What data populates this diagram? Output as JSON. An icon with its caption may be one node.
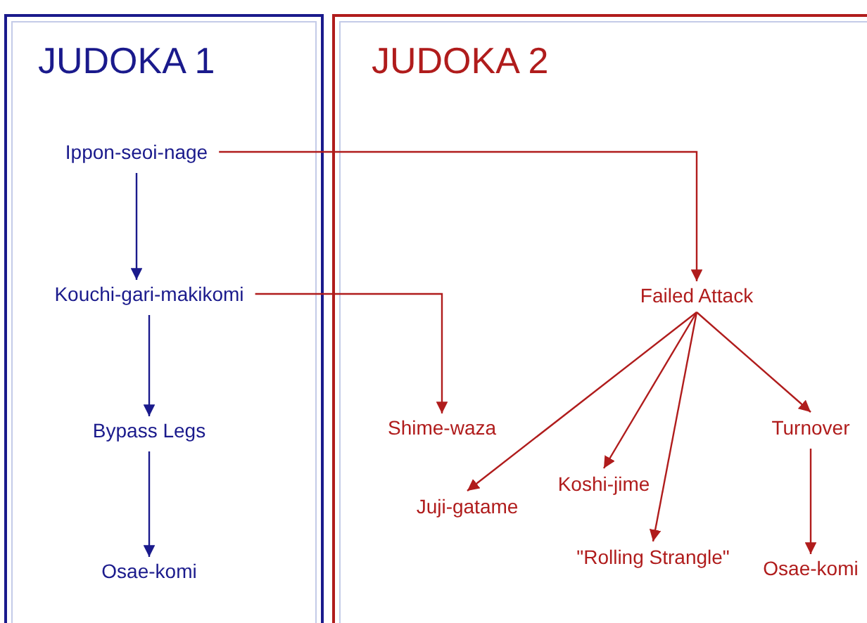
{
  "diagram": {
    "nodes": [
      {
        "text": [
          "JUDOKA 1"
        ]
      },
      {
        "text": [
          "Ippon-seoi-nage"
        ],
        "in": 0
      },
      {
        "text": [
          "Kouchi-gari-makikomi"
        ],
        "in": 0
      },
      {
        "text": [
          "Bypass Legs"
        ],
        "in": 0
      },
      {
        "text": [
          "Osae-komi"
        ],
        "in": 0
      },
      {
        "text": [
          "JUDOKA 2"
        ]
      },
      {
        "text": [
          "Failed Attack"
        ],
        "in": 5
      },
      {
        "text": [
          "Shime-waza"
        ],
        "in": 5
      },
      {
        "text": [
          "Juji-gatame"
        ],
        "in": 5
      },
      {
        "text": [
          "Koshi-jime"
        ],
        "in": 5
      },
      {
        "text": [
          "\"Rolling Strangle\""
        ],
        "in": 5
      },
      {
        "text": [
          "Turnover"
        ],
        "in": 5
      },
      {
        "text": [
          "Osae-komi"
        ],
        "in": 5
      }
    ],
    "edges": [
      {
        "from": 1,
        "to": 2,
        "arrow": "to",
        "color": "#1a1a8c"
      },
      {
        "from": 2,
        "to": 3,
        "arrow": "to",
        "color": "#1a1a8c"
      },
      {
        "from": 3,
        "to": 4,
        "arrow": "to",
        "color": "#1a1a8c"
      },
      {
        "from": 1,
        "to": 6,
        "arrow": "to"
      },
      {
        "from": 2,
        "to": 7,
        "arrow": "to"
      },
      {
        "from": 6,
        "to": 8,
        "arrow": "to"
      },
      {
        "from": 6,
        "to": 9,
        "arrow": "to"
      },
      {
        "from": 6,
        "to": 10,
        "arrow": "to"
      },
      {
        "from": 6,
        "to": 11,
        "arrow": "to"
      },
      {
        "from": 11,
        "to": 12,
        "arrow": "to"
      }
    ]
  }
}
